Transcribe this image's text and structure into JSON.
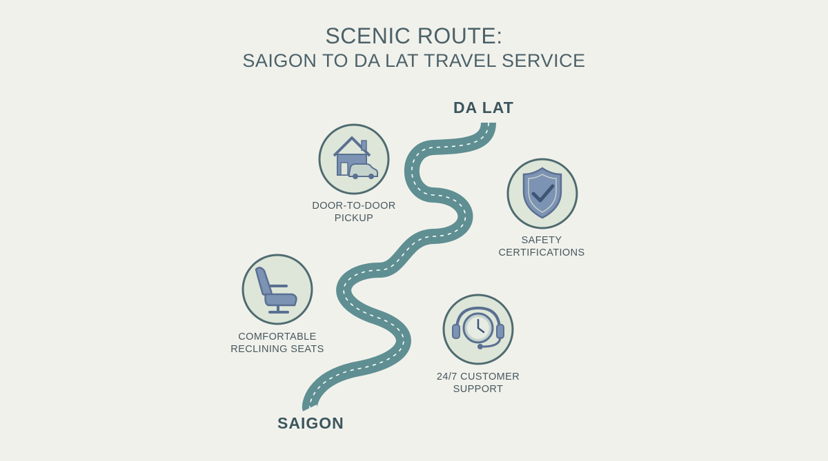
{
  "title": {
    "line1": "SCENIC ROUTE:",
    "line2": "SAIGON TO DA LAT TRAVEL SERVICE"
  },
  "route": {
    "end_label": "DA LAT",
    "start_label": "SAIGON",
    "road_color": "#5f8f92",
    "dash_color": "#ffffff"
  },
  "features": [
    {
      "id": "door",
      "icon": "house-car-icon",
      "label_lines": [
        "DOOR-TO-DOOR",
        "PICKUP"
      ]
    },
    {
      "id": "safety",
      "icon": "shield-check-icon",
      "label_lines": [
        "SAFETY",
        "CERTIFICATIONS"
      ]
    },
    {
      "id": "seats",
      "icon": "reclining-seat-icon",
      "label_lines": [
        "COMFORTABLE",
        "RECLINING SEATS"
      ]
    },
    {
      "id": "support",
      "icon": "headset-clock-icon",
      "label_lines": [
        "24/7 CUSTOMER",
        "SUPPORT"
      ]
    }
  ],
  "colors": {
    "background": "#f1f1ec",
    "badge_ring": "#4f6b70",
    "badge_fill": "#dde6d8",
    "icon_fill": "#7d93b3",
    "text": "#46575c"
  }
}
